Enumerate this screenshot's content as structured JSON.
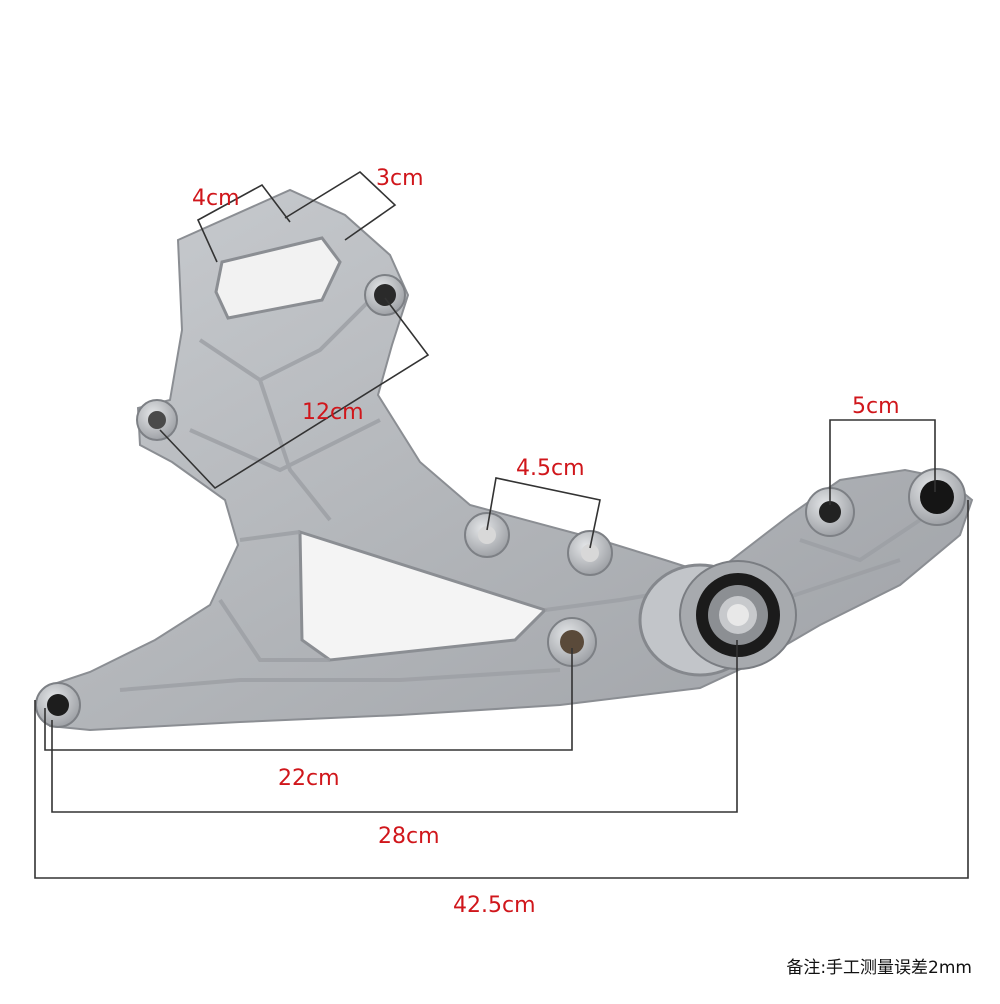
{
  "dimensions": [
    {
      "id": "top-left-width",
      "label": "4cm"
    },
    {
      "id": "top-right-width",
      "label": "3cm"
    },
    {
      "id": "diagonal-hole-distance",
      "label": "12cm"
    },
    {
      "id": "mid-hole-spacing",
      "label": "4.5cm"
    },
    {
      "id": "right-hole-spacing",
      "label": "5cm"
    },
    {
      "id": "left-to-mid-hole",
      "label": "22cm"
    },
    {
      "id": "left-to-bearing",
      "label": "28cm"
    },
    {
      "id": "overall-length",
      "label": "42.5cm"
    }
  ],
  "note": "备注:手工测量误差2mm",
  "colors": {
    "annotation": "#d0161b",
    "leader_lines": "#333333",
    "metal": "#b9bcc0"
  }
}
